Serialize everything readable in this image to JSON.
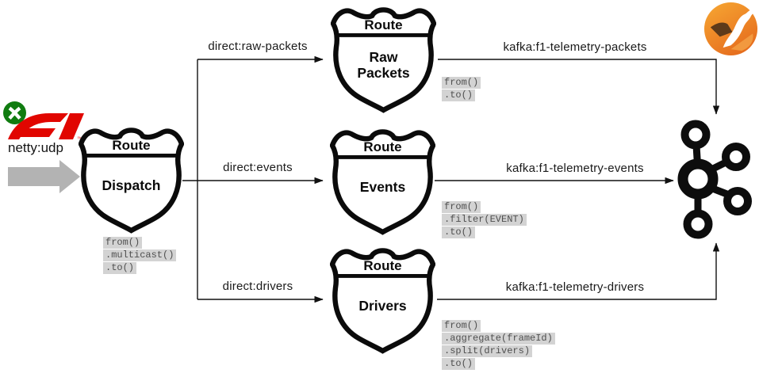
{
  "source": {
    "label": "netty:udp"
  },
  "nodes": {
    "dispatch": {
      "badge": "Route",
      "name": "Dispatch",
      "code": [
        "from()",
        ".multicast()",
        ".to()"
      ]
    },
    "raw_packets": {
      "badge": "Route",
      "name": "Raw Packets",
      "code": [
        "from()",
        ".to()"
      ]
    },
    "events": {
      "badge": "Route",
      "name": "Events",
      "code": [
        "from()",
        ".filter(EVENT)",
        ".to()"
      ]
    },
    "drivers": {
      "badge": "Route",
      "name": "Drivers",
      "code": [
        "from()",
        ".aggregate(frameId)",
        ".split(drivers)",
        ".to()"
      ]
    }
  },
  "edges": {
    "direct_raw_packets": "direct:raw-packets",
    "direct_events": "direct:events",
    "direct_drivers": "direct:drivers",
    "kafka_packets": "kafka:f1-telemetry-packets",
    "kafka_events": "kafka:f1-telemetry-events",
    "kafka_drivers": "kafka:f1-telemetry-drivers"
  },
  "icons": {
    "xbox": "xbox-logo",
    "f1": "f1-logo",
    "kafka": "kafka-logo",
    "camel": "apache-camel-logo"
  },
  "colors": {
    "f1_red": "#e10600",
    "xbox_green": "#107c10",
    "camel_orange": "#ea7826",
    "camel_brown": "#5d3a1a",
    "kafka_black": "#0d0d0d",
    "code_bg": "#d3d3d3",
    "code_text": "#4f4f4f",
    "arrow_gray": "#b3b3b3",
    "line_black": "#111111"
  }
}
